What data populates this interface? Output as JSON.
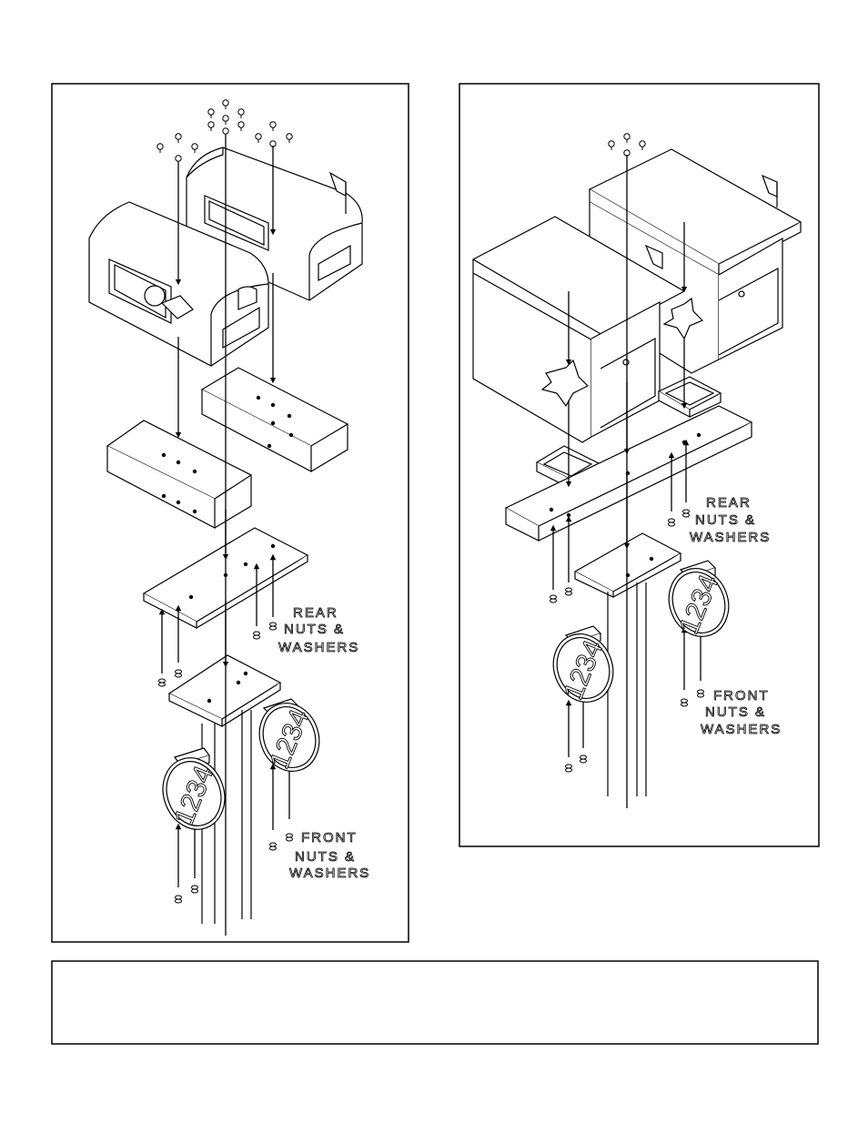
{
  "diagram": {
    "left_panel": {
      "labels": {
        "rear_line1": "REAR",
        "rear_line2": "NUTS &",
        "rear_line3": "WASHERS",
        "front_line1": "FRONT",
        "front_line2": "NUTS &",
        "front_line3": "WASHERS"
      },
      "number_plate_text": "1234"
    },
    "right_panel": {
      "labels": {
        "rear_line1": "REAR",
        "rear_line2": "NUTS &",
        "rear_line3": "WASHERS",
        "front_line1": "FRONT",
        "front_line2": "NUTS &",
        "front_line3": "WASHERS"
      },
      "number_plate_text": "1234"
    },
    "caption": ""
  }
}
